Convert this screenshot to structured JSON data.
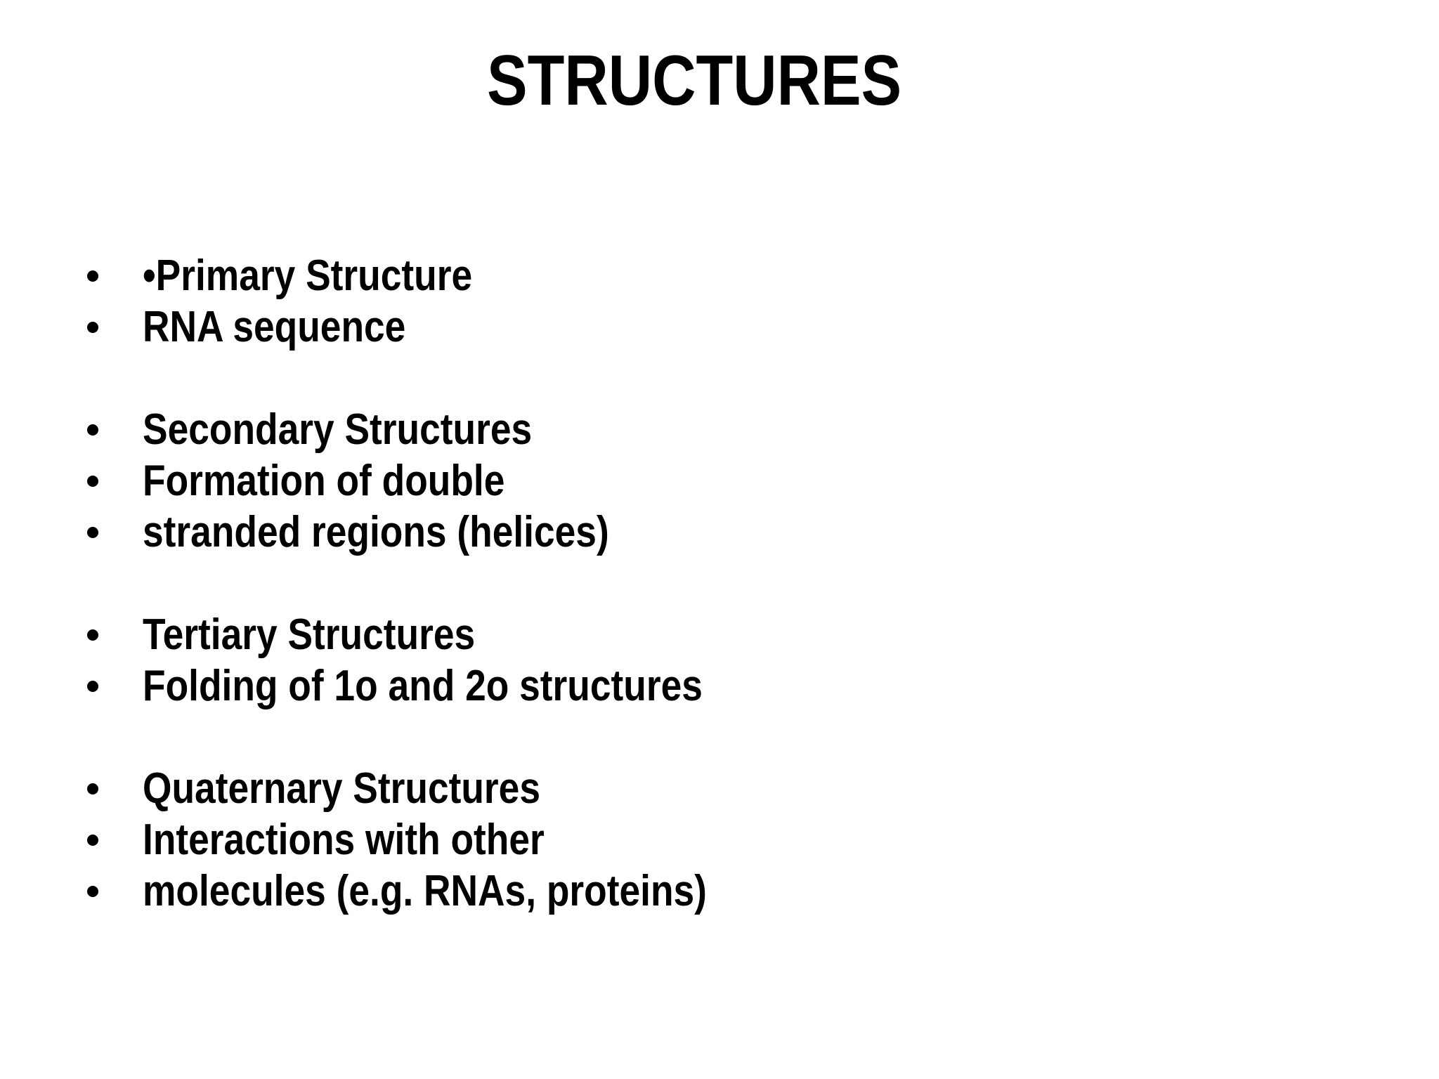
{
  "slide": {
    "title": "STRUCTURES",
    "bullet_groups": [
      {
        "lines": [
          "•Primary Structure",
          "RNA sequence"
        ]
      },
      {
        "lines": [
          "Secondary Structures",
          "Formation of double",
          "stranded regions (helices)"
        ]
      },
      {
        "lines": [
          "Tertiary Structures",
          "Folding of 1o and 2o structures"
        ]
      },
      {
        "lines": [
          "Quaternary Structures",
          "Interactions with other",
          "molecules (e.g. RNAs, proteins)"
        ]
      }
    ],
    "colors": {
      "background": "#ffffff",
      "text": "#000000"
    }
  }
}
